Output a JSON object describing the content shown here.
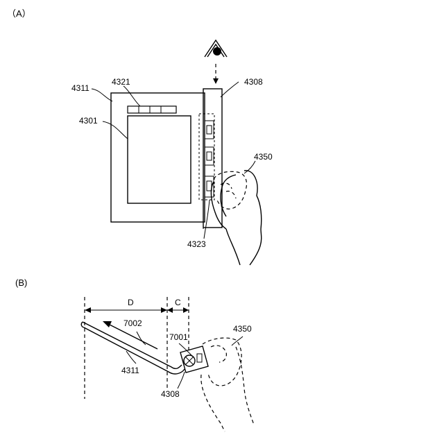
{
  "panels": {
    "a": {
      "label": "（A）",
      "refs": {
        "r4311": "4311",
        "r4321": "4321",
        "r4301": "4301",
        "r4308": "4308",
        "r4350": "4350",
        "r4323": "4323"
      }
    },
    "b": {
      "label": "(B)",
      "refs": {
        "d": "D",
        "c": "C",
        "r7002": "7002",
        "r7001": "7001",
        "r4350": "4350",
        "r4311": "4311",
        "r4308": "4308"
      }
    }
  }
}
